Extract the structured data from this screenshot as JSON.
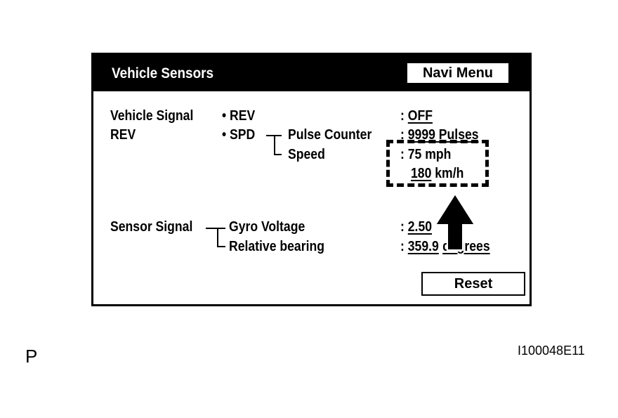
{
  "screen": {
    "title": "Vehicle Sensors",
    "navi_menu_label": "Navi Menu",
    "reset_label": "Reset"
  },
  "vehicle_signal": {
    "label_line1": "Vehicle Signal",
    "label_line2": "REV",
    "rev_item": "• REV",
    "spd_item": "• SPD",
    "pulse_counter_label": "Pulse Counter",
    "speed_label": "Speed",
    "rev_value_prefix": ":",
    "rev_value": "OFF",
    "pulse_value_prefix": ":",
    "pulse_value": "9999 Pulses",
    "speed_value_prefix": ":",
    "speed_value_mph": "75 mph",
    "speed_value_kmh_num": "180",
    "speed_value_kmh_unit": "km/h"
  },
  "sensor_signal": {
    "label": "Sensor Signal",
    "gyro_label": "Gyro Voltage",
    "bearing_label": "Relative bearing",
    "gyro_value_prefix": ":",
    "gyro_value": "2.50",
    "bearing_value_prefix": ":",
    "bearing_value_visible": "359.9",
    "bearing_unit": "degrees"
  },
  "figure": {
    "corner_letter": "P",
    "figure_id": "I100048E11"
  }
}
